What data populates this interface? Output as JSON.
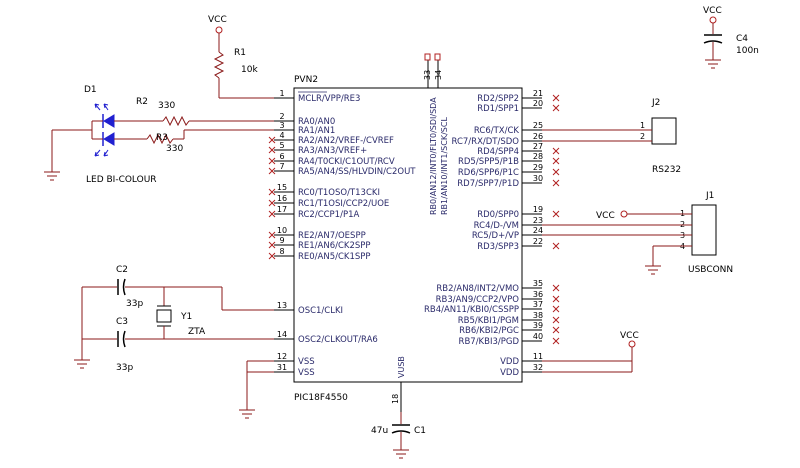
{
  "ic": {
    "name": "PVN2",
    "part": "PIC18F4550",
    "left_pins": [
      {
        "num": "1",
        "label": "MCLR/VPP/RE3"
      },
      {
        "num": "2",
        "label": "RA0/AN0"
      },
      {
        "num": "3",
        "label": "RA1/AN1"
      },
      {
        "num": "4",
        "label": "RA2/AN2/VREF-/CVREF"
      },
      {
        "num": "5",
        "label": "RA3/AN3/VREF+"
      },
      {
        "num": "6",
        "label": "RA4/T0CKI/C1OUT/RCV"
      },
      {
        "num": "7",
        "label": "RA5/AN4/SS/HLVDIN/C2OUT"
      },
      {
        "num": "15",
        "label": "RC0/T1OSO/T13CKI"
      },
      {
        "num": "16",
        "label": "RC1/T1OSI/CCP2/UOE"
      },
      {
        "num": "17",
        "label": "RC2/CCP1/P1A"
      },
      {
        "num": "10",
        "label": "RE2/AN7/OESPP"
      },
      {
        "num": "9",
        "label": "RE1/AN6/CK2SPP"
      },
      {
        "num": "8",
        "label": "RE0/AN5/CK1SPP"
      },
      {
        "num": "13",
        "label": "OSC1/CLKI"
      },
      {
        "num": "14",
        "label": "OSC2/CLKOUT/RA6"
      },
      {
        "num": "12",
        "label": "VSS"
      },
      {
        "num": "31",
        "label": "VSS"
      }
    ],
    "right_pins": [
      {
        "num": "21",
        "label": "RD2/SPP2"
      },
      {
        "num": "20",
        "label": "RD1/SPP1"
      },
      {
        "num": "25",
        "label": "RC6/TX/CK"
      },
      {
        "num": "26",
        "label": "RC7/RX/DT/SDO"
      },
      {
        "num": "27",
        "label": "RD4/SPP4"
      },
      {
        "num": "28",
        "label": "RD5/SPP5/P1B"
      },
      {
        "num": "29",
        "label": "RD6/SPP6/P1C"
      },
      {
        "num": "30",
        "label": "RD7/SPP7/P1D"
      },
      {
        "num": "19",
        "label": "RD0/SPP0"
      },
      {
        "num": "23",
        "label": "RC4/D-/VM"
      },
      {
        "num": "24",
        "label": "RC5/D+/VP"
      },
      {
        "num": "22",
        "label": "RD3/SPP3"
      },
      {
        "num": "35",
        "label": "RB2/AN8/INT2/VMO"
      },
      {
        "num": "36",
        "label": "RB3/AN9/CCP2/VPO"
      },
      {
        "num": "37",
        "label": "RB4/AN11/KBI0/CSSPP"
      },
      {
        "num": "38",
        "label": "RB5/KBI1/PGM"
      },
      {
        "num": "39",
        "label": "RB6/KBI2/PGC"
      },
      {
        "num": "40",
        "label": "RB7/KBI3/PGD"
      },
      {
        "num": "11",
        "label": "VDD"
      },
      {
        "num": "32",
        "label": "VDD"
      }
    ],
    "top_pins": [
      {
        "num": "33",
        "label": "RB0/AN12/INT0/FLT0/SDI/SDA"
      },
      {
        "num": "34",
        "label": "RB1/AN10/INT1/SCK/SCL"
      }
    ],
    "bottom_pin": {
      "num": "18",
      "label": "VUSB"
    }
  },
  "components": {
    "r1": {
      "ref": "R1",
      "value": "10k"
    },
    "r2": {
      "ref": "R2",
      "value": "330"
    },
    "r3": {
      "ref": "R3",
      "value": "330"
    },
    "d1": {
      "ref": "D1",
      "value": "LED BI-COLOUR"
    },
    "c1": {
      "ref": "C1",
      "value": "47u"
    },
    "c2": {
      "ref": "C2",
      "value": "33p"
    },
    "c3": {
      "ref": "C3",
      "value": "33p"
    },
    "c4": {
      "ref": "C4",
      "value": "100n"
    },
    "y1": {
      "ref": "Y1",
      "value": "ZTA"
    },
    "j1": {
      "ref": "J1",
      "value": "USBCONN",
      "pins": [
        "1",
        "2",
        "3",
        "4"
      ]
    },
    "j2": {
      "ref": "J2",
      "value": "RS232",
      "pins": [
        "1",
        "2"
      ]
    }
  },
  "power": {
    "vcc": "VCC"
  }
}
